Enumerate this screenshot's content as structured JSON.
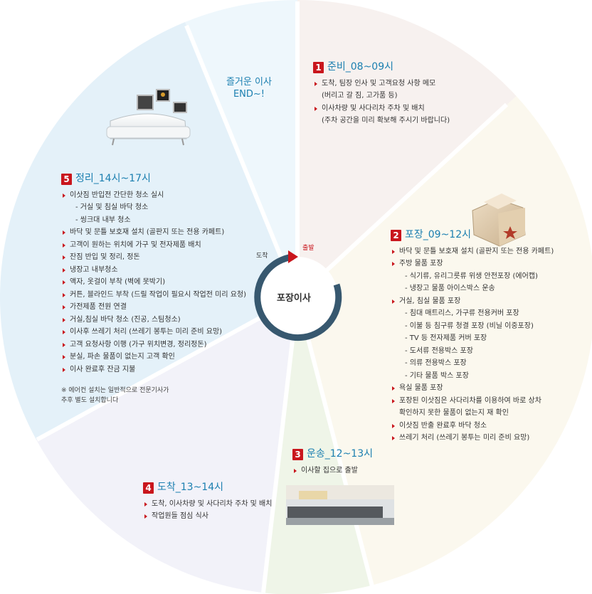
{
  "center": {
    "label": "포장이사",
    "start_label": "출발",
    "end_label": "도착"
  },
  "caption": {
    "line1": "즐거운 이사",
    "line2": "END~!"
  },
  "colors": {
    "accent": "#c9161d",
    "title": "#1b7fb0",
    "ring": "#37586f"
  },
  "sections": {
    "s1": {
      "num": "1",
      "name": "준비",
      "time": "_08~09시",
      "items": [
        {
          "type": "bullet",
          "text": "도착, 팀장 인사 및 고객요청 사항 메모"
        },
        {
          "type": "cont",
          "text": "(버리고 갈 짐, 고가품 등)"
        },
        {
          "type": "bullet",
          "text": "이사차량 및 사다리차 주차 및 배치"
        },
        {
          "type": "cont",
          "text": "(주차 공간을 미리 확보해 주시기 바랍니다)"
        }
      ]
    },
    "s2": {
      "num": "2",
      "name": "포장",
      "time": "_09~12시",
      "items": [
        {
          "type": "bullet",
          "text": "바닥 및 문틀 보호재 설치 (골판지 또는 전용 카페트)"
        },
        {
          "type": "bullet",
          "text": "주방 물품 포장"
        },
        {
          "type": "sub",
          "text": "- 식기류, 유리그릇류 위생 안전포장 (에어캡)"
        },
        {
          "type": "sub",
          "text": "- 냉장고 물품 아이스박스 운송"
        },
        {
          "type": "bullet",
          "text": "거실, 침실 물품 포장"
        },
        {
          "type": "sub",
          "text": "- 침대 매트리스, 가구류 전용커버 포장"
        },
        {
          "type": "sub",
          "text": "- 이불 등 침구류 청결 포장 (비닐 이중포장)"
        },
        {
          "type": "sub",
          "text": "- TV 등 전자제품 커버 포장"
        },
        {
          "type": "sub",
          "text": "- 도서류 전용박스 포장"
        },
        {
          "type": "sub",
          "text": "- 의류 전용박스 포장"
        },
        {
          "type": "sub",
          "text": "- 기타 물품 박스 포장"
        },
        {
          "type": "bullet",
          "text": "욕실 물품 포장"
        },
        {
          "type": "bullet",
          "text": "포장된 이삿짐은 사다리차를 이용하여 바로 상차"
        },
        {
          "type": "cont",
          "text": "확인하지 못한 물품이 없는지 재 확인"
        },
        {
          "type": "bullet",
          "text": "이삿짐 반출 완료후 바닥 청소"
        },
        {
          "type": "bullet",
          "text": "쓰레기 처리 (쓰레기 봉투는 미리 준비 요망)"
        }
      ]
    },
    "s3": {
      "num": "3",
      "name": "운송",
      "time": "_12~13시",
      "items": [
        {
          "type": "bullet",
          "text": "이사할 집으로 출발"
        }
      ]
    },
    "s4": {
      "num": "4",
      "name": "도착",
      "time": "_13~14시",
      "items": [
        {
          "type": "bullet",
          "text": "도착, 이사차량 및 사다리차 주차 및 배치"
        },
        {
          "type": "bullet",
          "text": "작업원들 점심 식사"
        }
      ]
    },
    "s5": {
      "num": "5",
      "name": "정리",
      "time": "_14시~17시",
      "items": [
        {
          "type": "bullet",
          "text": "이삿짐 반입전 간단한 청소 실시"
        },
        {
          "type": "sub",
          "text": "- 거실 및 침실 바닥 청소"
        },
        {
          "type": "sub",
          "text": "- 씽크대 내부 청소"
        },
        {
          "type": "bullet",
          "text": "바닥 및 문틀 보호재 설치 (골판지 또는 전용 카페트)"
        },
        {
          "type": "bullet",
          "text": "고객이 원하는 위치에 가구 및 전자제품 배치"
        },
        {
          "type": "bullet",
          "text": "잔짐 반입 및 정리, 정돈"
        },
        {
          "type": "bullet",
          "text": "냉장고 내부청소"
        },
        {
          "type": "bullet",
          "text": "액자, 옷걸이 부착 (벽에 못박기)"
        },
        {
          "type": "bullet",
          "text": "커튼, 블라인드 부착 (드릴 작업이 필요시 작업전 미리 요청)"
        },
        {
          "type": "bullet",
          "text": "가전제품 전원 연결"
        },
        {
          "type": "bullet",
          "text": "거실,침실 바닥 청소 (진공, 스팀청소)"
        },
        {
          "type": "bullet",
          "text": "이사후 쓰레기 처리 (쓰레기 봉투는 미리 준비 요망)"
        },
        {
          "type": "bullet",
          "text": "고객 요청사항 이행 (가구 위치변경, 정리정돈)"
        },
        {
          "type": "bullet",
          "text": "분실, 파손 물품이 없는지 고객 확인"
        },
        {
          "type": "bullet",
          "text": "이사 완료후 잔금 지불"
        }
      ],
      "note_line1": "※ 에어컨 설치는 일반적으로 전문기사가",
      "note_line2": "추후 별도 설치합니다"
    }
  }
}
